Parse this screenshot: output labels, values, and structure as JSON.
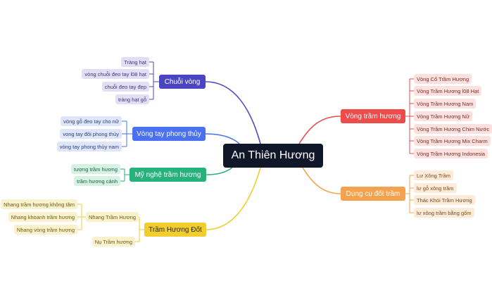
{
  "root": {
    "label": "An Thiên Hương"
  },
  "colors": {
    "purple": "#4b45c3",
    "purple_leaf": "#e1def5",
    "blue": "#4a71f2",
    "blue_leaf": "#dfe6fb",
    "green": "#27b27c",
    "green_leaf": "#d5f2e4",
    "yellow": "#f2cd2e",
    "yellow_leaf": "#faf1cd",
    "red": "#ee4b4b",
    "red_leaf": "#fde1de",
    "orange": "#f4a24d",
    "orange_leaf": "#fcebd8"
  },
  "branches": [
    {
      "label": "Chuỗi vòng",
      "items": [
        "Tràng hạt",
        "vòng chuỗi đeo tay l08 hạt",
        "chuỗi đeo tay đẹp",
        "tràng hạt gỗ"
      ]
    },
    {
      "label": "Vòng tay phong thủy",
      "items": [
        "vòng gỗ đeo tay cho nữ",
        "vong tay đôi phong thủy",
        "vòng tay phong thủy nam"
      ]
    },
    {
      "label": "Mỹ nghệ trầm hương",
      "items": [
        "tượng trầm hương",
        "trầm hương cảnh"
      ]
    },
    {
      "label": "Trầm Hương Đốt",
      "items": [
        {
          "label": "Nhang Trầm Hương",
          "items": [
            "Nhang trầm hương không tăm",
            "Nhang khoanh trầm hương",
            "Nhang vòng trầm hương"
          ]
        },
        {
          "label": "Nụ Trầm hương",
          "items": []
        }
      ]
    },
    {
      "label": "Vòng trầm hương",
      "items": [
        "Vòng Cổ Trầm Hương",
        "Vòng Trầm Hương l08 Hạt",
        "Vòng Trầm Hương Nam",
        "Vòng Trầm Hương Nữ",
        "Vòng Trầm Hương Chim Nước",
        "Vòng Trầm Hương Mix Charm",
        "Vòng Trầm Hương Indonesia"
      ]
    },
    {
      "label": "Dụng cụ đốt trầm",
      "items": [
        "Lư Xông Trầm",
        "lư gỗ xông trầm",
        "Thác Khói Trầm Hương",
        "lư xông trầm bằng gốm"
      ]
    }
  ]
}
